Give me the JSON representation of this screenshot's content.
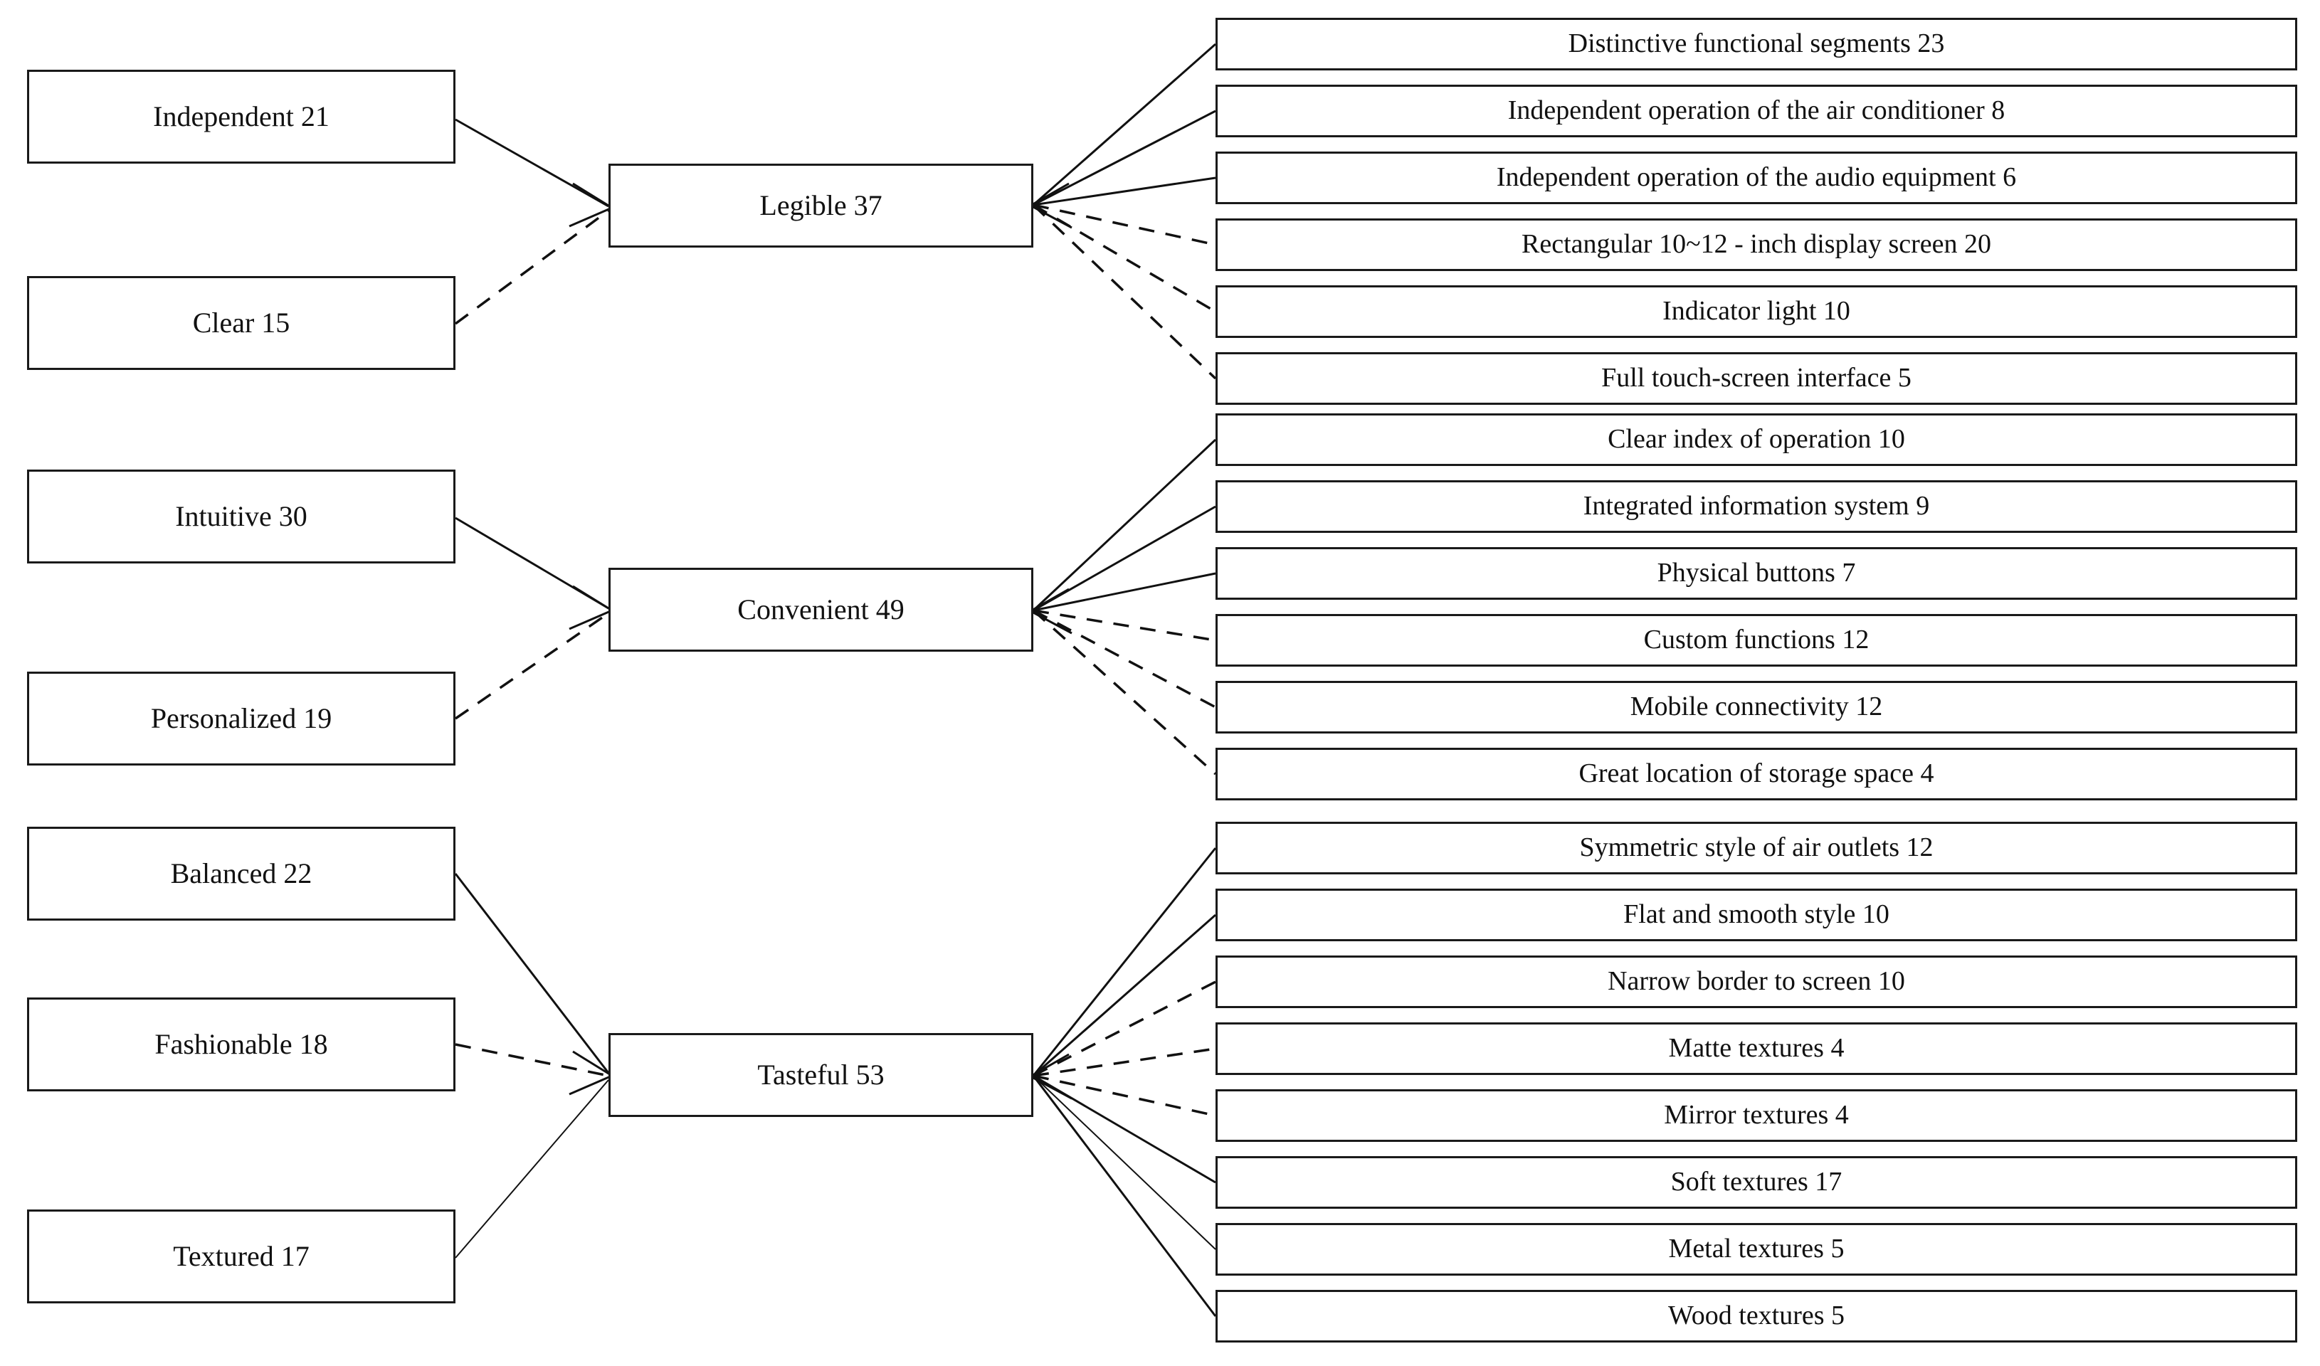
{
  "diagram": {
    "title": "Affinity / requirement hierarchy of automotive interior design attributes",
    "type": "tree-diagram",
    "colors": {
      "background": "#ffffff",
      "box_border": "#1a1a1a",
      "text": "#111111",
      "link": "#111111"
    },
    "groups": [
      {
        "id": "legible",
        "category": {
          "label": "Legible 37",
          "value": 37,
          "name": "Legible"
        },
        "sources": [
          {
            "label": "Independent 21",
            "value": 21,
            "name": "Independent",
            "line": "solid"
          },
          {
            "label": "Clear 15",
            "value": 15,
            "name": "Clear",
            "line": "dashed"
          }
        ],
        "items": [
          {
            "label": "Distinctive functional segments 23",
            "value": 23,
            "line": "solid"
          },
          {
            "label": "Independent operation of the air conditioner 8",
            "value": 8,
            "line": "solid"
          },
          {
            "label": "Independent operation of the audio equipment 6",
            "value": 6,
            "line": "solid"
          },
          {
            "label": "Rectangular 10~12 - inch display screen  20",
            "value": 20,
            "line": "dashed"
          },
          {
            "label": "Indicator light 10",
            "value": 10,
            "line": "dashed"
          },
          {
            "label": "Full touch-screen interface 5",
            "value": 5,
            "line": "dashed"
          }
        ]
      },
      {
        "id": "convenient",
        "category": {
          "label": "Convenient 49",
          "value": 49,
          "name": "Convenient"
        },
        "sources": [
          {
            "label": "Intuitive 30",
            "value": 30,
            "name": "Intuitive",
            "line": "solid"
          },
          {
            "label": "Personalized 19",
            "value": 19,
            "name": "Personalized",
            "line": "dashed"
          }
        ],
        "items": [
          {
            "label": "Clear index of operation 10",
            "value": 10,
            "line": "solid"
          },
          {
            "label": "Integrated information system 9",
            "value": 9,
            "line": "solid"
          },
          {
            "label": "Physical buttons 7",
            "value": 7,
            "line": "solid"
          },
          {
            "label": "Custom functions 12",
            "value": 12,
            "line": "dashed"
          },
          {
            "label": "Mobile connectivity 12",
            "value": 12,
            "line": "dashed"
          },
          {
            "label": "Great location of storage space  4",
            "value": 4,
            "line": "dashed"
          }
        ]
      },
      {
        "id": "tasteful",
        "category": {
          "label": "Tasteful 53",
          "value": 53,
          "name": "Tasteful"
        },
        "sources": [
          {
            "label": "Balanced 22",
            "value": 22,
            "name": "Balanced",
            "line": "solid"
          },
          {
            "label": "Fashionable 18",
            "value": 18,
            "name": "Fashionable",
            "line": "dashed"
          },
          {
            "label": "Textured 17",
            "value": 17,
            "name": "Textured",
            "line": "solid"
          }
        ],
        "items": [
          {
            "label": "Symmetric style of air outlets 12",
            "value": 12,
            "line": "solid"
          },
          {
            "label": "Flat and smooth style 10",
            "value": 10,
            "line": "solid"
          },
          {
            "label": "Narrow border to screen 10",
            "value": 10,
            "line": "dashed"
          },
          {
            "label": "Matte textures 4",
            "value": 4,
            "line": "dashed"
          },
          {
            "label": "Mirror textures 4",
            "value": 4,
            "line": "dashed"
          },
          {
            "label": "Soft textures 17",
            "value": 17,
            "line": "solid"
          },
          {
            "label": "Metal textures 5",
            "value": 5,
            "line": "thin"
          },
          {
            "label": "Wood textures 5",
            "value": 5,
            "line": "solid"
          }
        ]
      }
    ]
  }
}
